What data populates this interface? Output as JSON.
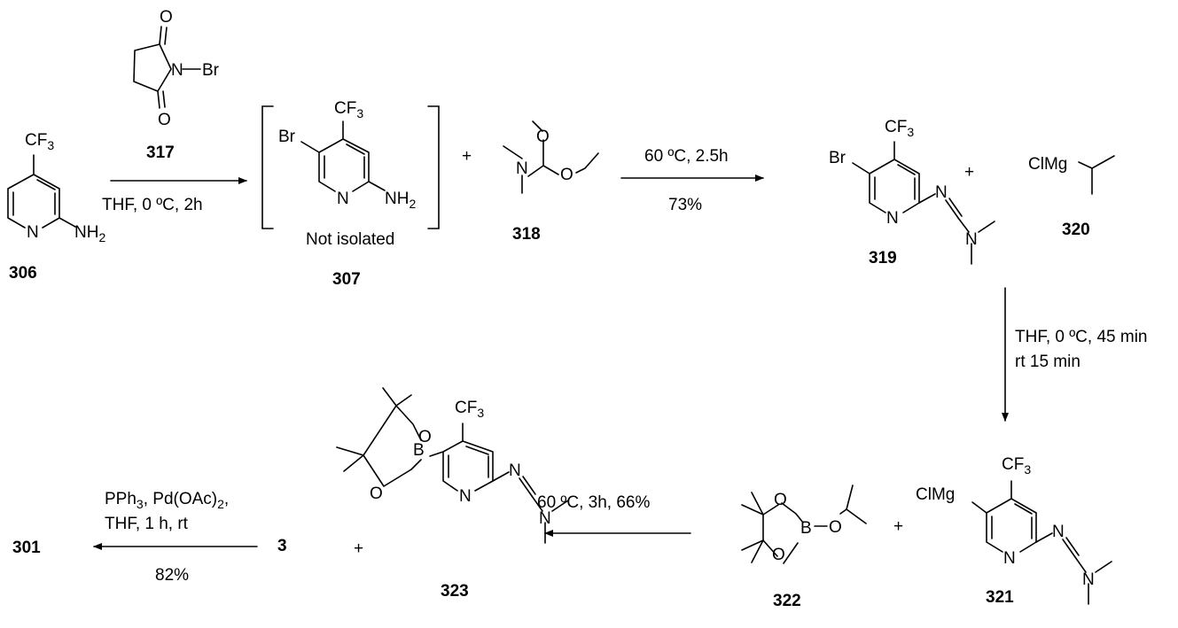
{
  "compounds": {
    "c306": "306",
    "c307": "307",
    "c317": "317",
    "c318": "318",
    "c319": "319",
    "c320": "320",
    "c321": "321",
    "c322": "322",
    "c323": "323",
    "c3": "3",
    "c301": "301"
  },
  "atoms": {
    "O": "O",
    "N": "N",
    "Br": "Br",
    "CF": "CF",
    "three": "3",
    "NH": "NH",
    "two": "2",
    "ClMg": "ClMg",
    "B": "B"
  },
  "conditions": {
    "step1": "THF, 0 ºC, 2h",
    "step2_top": "60 ºC, 2.5h",
    "step2_yield": "73%",
    "step3_line1": "THF, 0 ºC, 45 min",
    "step3_line2": "rt 15 min",
    "step4": "60 ºC, 3h, 66%",
    "step5_line1_a": "PPh",
    "step5_line1_b": "3",
    "step5_line1_c": ", Pd(OAc)",
    "step5_line1_d": "2",
    "step5_line1_e": ",",
    "step5_line2": "THF, 1 h, rt",
    "step5_yield": "82%"
  },
  "labels": {
    "not_isolated": "Not isolated",
    "plus": "+"
  }
}
